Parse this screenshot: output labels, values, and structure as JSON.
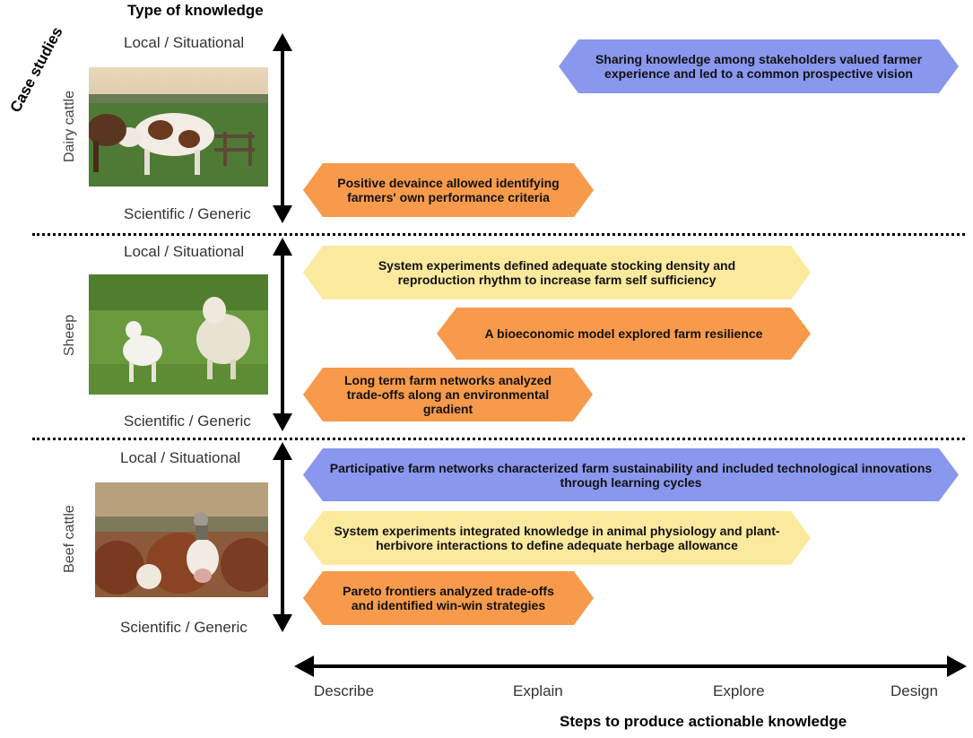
{
  "y_axis_title": "Type of knowledge",
  "case_studies_title": "Case studies",
  "x_axis_title": "Steps to produce actionable knowledge",
  "x_steps": [
    "Describe",
    "Explain",
    "Explore",
    "Design"
  ],
  "axis_top_label": "Local / Situational",
  "axis_bottom_label": "Scientific / Generic",
  "colors": {
    "orange": "#f79a4b",
    "yellow": "#fbe99e",
    "blue": "#8a97ee"
  },
  "sections": [
    {
      "case": "Dairy cattle",
      "photo": "dairy-cattle-photo",
      "boxes": [
        {
          "text": "Sharing knowledge among stakeholders valued farmer experience and led to a common prospective vision",
          "color": "blue"
        },
        {
          "text": "Positive devaince allowed identifying farmers' own performance criteria",
          "color": "orange"
        }
      ]
    },
    {
      "case": "Sheep",
      "photo": "sheep-photo",
      "boxes": [
        {
          "text": "System experiments defined adequate stocking density and reproduction rhythm to increase farm self sufficiency",
          "color": "yellow"
        },
        {
          "text": "A bioeconomic model explored farm resilience",
          "color": "orange"
        },
        {
          "text": "Long term farm networks analyzed trade-offs along an environmental gradient",
          "color": "orange"
        }
      ]
    },
    {
      "case": "Beef cattle",
      "photo": "beef-cattle-photo",
      "boxes": [
        {
          "text": "Participative farm networks characterized farm sustainability and included technological innovations through learning cycles",
          "color": "blue"
        },
        {
          "text": "System experiments integrated knowledge in animal physiology and plant-herbivore interactions to define adequate herbage allowance",
          "color": "yellow"
        },
        {
          "text": "Pareto frontiers analyzed trade-offs and identified win-win strategies",
          "color": "orange"
        }
      ]
    }
  ]
}
